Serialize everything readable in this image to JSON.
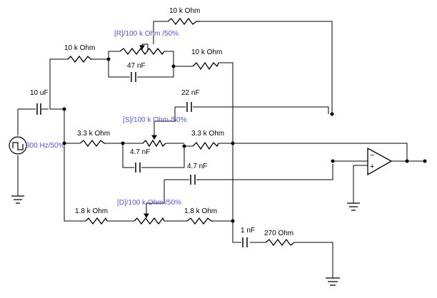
{
  "colors": {
    "wire": "#000000",
    "component": "#000000",
    "dot": "#000000",
    "label": "#000000",
    "accent_label": "#5555dd"
  },
  "labels": {
    "r_top": "10 k Ohm",
    "pot_r": "[R]/100 k Ohm /50%",
    "r_in_top": "10 k Ohm",
    "r_mid_top": "10 k Ohm",
    "cap_r": "47 nF",
    "cap_in": "10 uF",
    "cap_s_fb": "22 nF",
    "source": "300 Hz/50%",
    "pot_s": "[S]/100 k Ohm /50%",
    "r_in_mid": "3.3 k Ohm",
    "r_out_mid": "3.3 k Ohm",
    "cap_s": "4.7 nF",
    "cap_d_fb": "4.7 nF",
    "pot_d": "[D]/100 k Ohm /50%",
    "r_in_bot": "1.8 k Ohm",
    "r_out_bot": "1.8 k Ohm",
    "cap_out": "1 nF",
    "r_out": "270  Ohm"
  },
  "opamp": {
    "minus": "−",
    "plus": "+"
  }
}
